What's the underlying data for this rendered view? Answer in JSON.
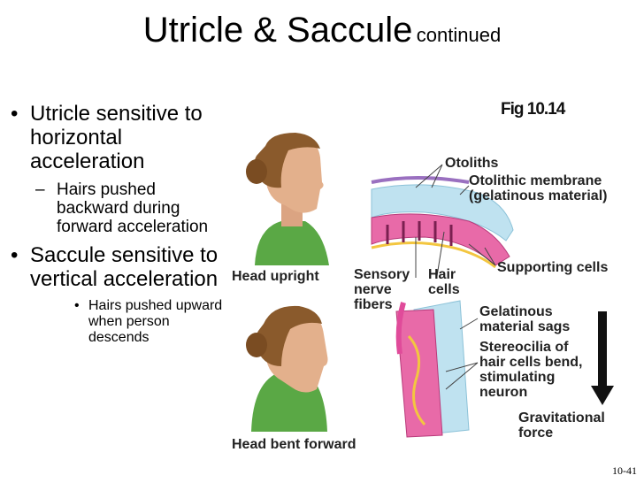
{
  "title": {
    "main": "Utricle & Saccule",
    "sub": "continued"
  },
  "bullets": {
    "b1": "Utricle sensitive to horizontal acceleration",
    "b1_sub": "Hairs pushed backward during forward acceleration",
    "b2": "Saccule sensitive to vertical acceleration",
    "b2_sub": "Hairs pushed upward when person descends"
  },
  "figure": {
    "ref": "Fig 10.14",
    "head_upright": "Head upright",
    "head_bent": "Head bent forward",
    "otoliths": "Otoliths",
    "otolithic_membrane": "Otolithic membrane",
    "gelatinous_material": "(gelatinous material)",
    "sensory_nerve_fibers": "Sensory\nnerve\nfibers",
    "hair_cells": "Hair\ncells",
    "supporting_cells": "Supporting cells",
    "gel_sags": "Gelatinous\nmaterial sags",
    "stereocilia": "Stereocilia of\nhair cells bend,\nstimulating\nneuron",
    "gravitational_force": "Gravitational\nforce"
  },
  "page_number": "10-41",
  "colors": {
    "skin": "#e3b08c",
    "hair": "#8a5a2c",
    "shirt": "#5aa845",
    "tissue_pink": "#e04b9a",
    "gel_blue": "#bfe2f0",
    "nerve_yellow": "#f3c640"
  }
}
